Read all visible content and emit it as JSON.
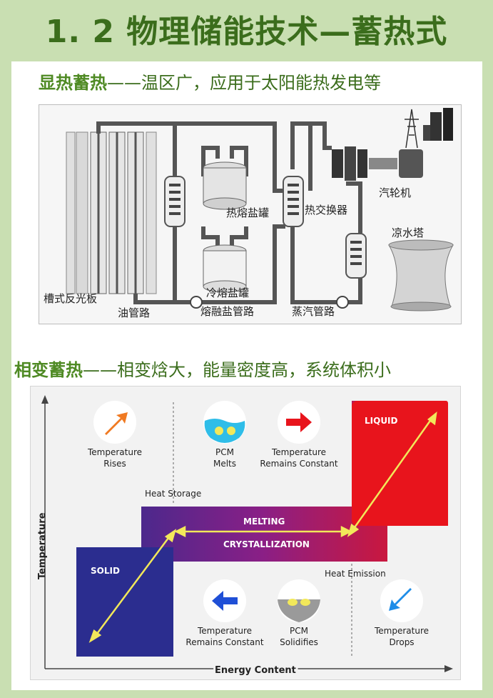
{
  "title": "1. 2 物理储能技术—蓄热式",
  "sensible": {
    "keyword": "显热蓄热",
    "desc": "——温区广，应用于太阳能热发电等",
    "labels": {
      "trough": "槽式反光板",
      "oil_pipe": "油管路",
      "hot_tank": "热熔盐罐",
      "cold_tank": "冷熔盐罐",
      "salt_pipe": "熔融盐管路",
      "exchanger": "热交换器",
      "steam_pipe": "蒸汽管路",
      "turbine": "汽轮机",
      "cooling_tower": "凉水塔"
    }
  },
  "latent": {
    "keyword": "相变蓄热",
    "desc": "——相变焓大，能量密度高，系统体积小",
    "diagram": {
      "y_axis": "Temperature",
      "x_axis": "Energy Content",
      "liquid": "LIQUID",
      "solid": "SOLID",
      "melting": "MELTING",
      "crystallization": "CRYSTALLIZATION",
      "heat_storage": "Heat Storage",
      "heat_emission": "Heat Emission",
      "top_icons": [
        {
          "line1": "Temperature",
          "line2": "Rises",
          "icon": "arrow-up-right-icon"
        },
        {
          "line1": "PCM",
          "line2": "Melts",
          "icon": "pcm-melts-icon"
        },
        {
          "line1": "Temperature",
          "line2": "Remains Constant",
          "icon": "arrow-right-icon"
        }
      ],
      "bottom_icons": [
        {
          "line1": "Temperature",
          "line2": "Remains Constant",
          "icon": "arrow-left-icon"
        },
        {
          "line1": "PCM",
          "line2": "Solidifies",
          "icon": "pcm-solidifies-icon"
        },
        {
          "line1": "Temperature",
          "line2": "Drops",
          "icon": "arrow-down-left-icon"
        }
      ],
      "colors": {
        "solid": "#2b2d8f",
        "liquid": "#e8141c",
        "arrow": "#f2e85a"
      }
    }
  }
}
